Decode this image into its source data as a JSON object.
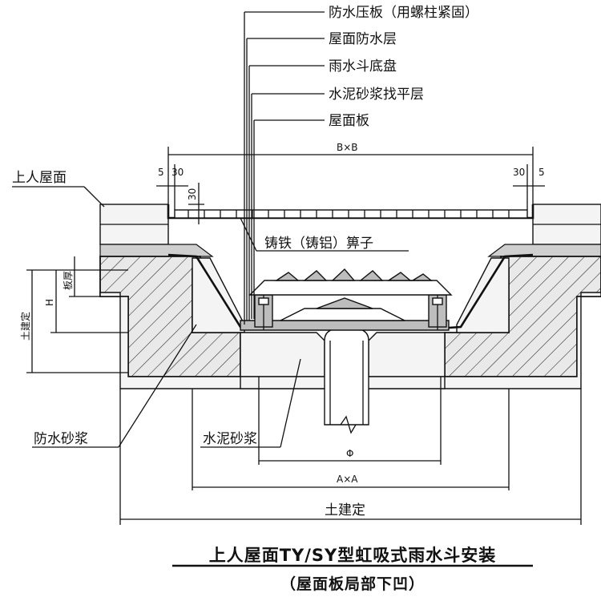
{
  "labels": {
    "pressing_plate": "防水压板（用螺柱紧固）",
    "roof_waterproof": "屋面防水层",
    "drain_base": "雨水斗底盘",
    "screed": "水泥砂浆找平层",
    "roof_slab": "屋面板",
    "accessible_roof": "上人屋面",
    "grate": "铸铁（铸铝）箅子",
    "waterproof_mortar": "防水砂浆",
    "cement_mortar": "水泥砂浆"
  },
  "dimensions": {
    "grate_size": "B×B",
    "drain_size": "A×A",
    "pipe_dia": "Φ",
    "offset_5": "5",
    "offset_30": "30",
    "depth_30": "30",
    "slab_thickness": "板厚",
    "height_h": "H",
    "by_civil_v": "土建定",
    "by_civil_h": "土建定"
  },
  "title": "上人屋面TY/SY型虹吸式雨水斗安装",
  "subtitle": "（屋面板局部下凹）"
}
